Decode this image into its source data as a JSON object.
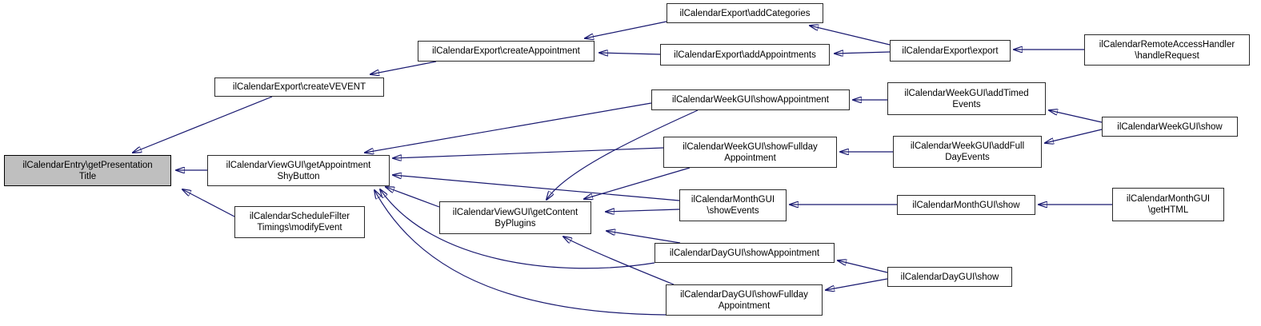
{
  "diagram": {
    "type": "doxygen-caller-graph",
    "focus_function": "ilCalendarEntry\\getPresentationTitle",
    "colors": {
      "edge": "#191970",
      "node_border": "#2b2b2b",
      "node_fill": "#ffffff",
      "focus_node_fill": "#bfbfbf",
      "background": "#ffffff",
      "text": "#000000"
    }
  },
  "nodes": [
    {
      "id": "getPresentationTitle",
      "label": "ilCalendarEntry\\getPresentation\nTitle",
      "focus": true
    },
    {
      "id": "getAppointmentShyButton",
      "label": "ilCalendarViewGUI\\getAppointment\nShyButton",
      "focus": false
    },
    {
      "id": "modifyEvent",
      "label": "ilCalendarScheduleFilter\nTimings\\modifyEvent",
      "focus": false
    },
    {
      "id": "createVEVENT",
      "label": "ilCalendarExport\\createVEVENT",
      "focus": false
    },
    {
      "id": "createAppointment",
      "label": "ilCalendarExport\\createAppointment",
      "focus": false
    },
    {
      "id": "addCategories",
      "label": "ilCalendarExport\\addCategories",
      "focus": false
    },
    {
      "id": "addAppointments",
      "label": "ilCalendarExport\\addAppointments",
      "focus": false
    },
    {
      "id": "export",
      "label": "ilCalendarExport\\export",
      "focus": false
    },
    {
      "id": "handleRequest",
      "label": "ilCalendarRemoteAccessHandler\n\\handleRequest",
      "focus": false
    },
    {
      "id": "weekShowAppointment",
      "label": "ilCalendarWeekGUI\\showAppointment",
      "focus": false
    },
    {
      "id": "weekAddTimedEvents",
      "label": "ilCalendarWeekGUI\\addTimed\nEvents",
      "focus": false
    },
    {
      "id": "weekShow",
      "label": "ilCalendarWeekGUI\\show",
      "focus": false
    },
    {
      "id": "weekShowFulldayAppointment",
      "label": "ilCalendarWeekGUI\\showFullday\nAppointment",
      "focus": false
    },
    {
      "id": "weekAddFullDayEvents",
      "label": "ilCalendarWeekGUI\\addFull\nDayEvents",
      "focus": false
    },
    {
      "id": "getContentByPlugins",
      "label": "ilCalendarViewGUI\\getContent\nByPlugins",
      "focus": false
    },
    {
      "id": "monthShowEvents",
      "label": "ilCalendarMonthGUI\n\\showEvents",
      "focus": false
    },
    {
      "id": "monthShow",
      "label": "ilCalendarMonthGUI\\show",
      "focus": false
    },
    {
      "id": "monthGetHTML",
      "label": "ilCalendarMonthGUI\n\\getHTML",
      "focus": false
    },
    {
      "id": "dayShowAppointment",
      "label": "ilCalendarDayGUI\\showAppointment",
      "focus": false
    },
    {
      "id": "dayShow",
      "label": "ilCalendarDayGUI\\show",
      "focus": false
    },
    {
      "id": "dayShowFulldayAppointment",
      "label": "ilCalendarDayGUI\\showFullday\nAppointment",
      "focus": false
    }
  ],
  "edges": [
    {
      "caller": "getAppointmentShyButton",
      "callee": "getPresentationTitle"
    },
    {
      "caller": "createVEVENT",
      "callee": "getPresentationTitle"
    },
    {
      "caller": "modifyEvent",
      "callee": "getPresentationTitle"
    },
    {
      "caller": "createAppointment",
      "callee": "createVEVENT"
    },
    {
      "caller": "addCategories",
      "callee": "createAppointment"
    },
    {
      "caller": "addAppointments",
      "callee": "createAppointment"
    },
    {
      "caller": "export",
      "callee": "addCategories"
    },
    {
      "caller": "export",
      "callee": "addAppointments"
    },
    {
      "caller": "handleRequest",
      "callee": "export"
    },
    {
      "caller": "weekAddTimedEvents",
      "callee": "weekShowAppointment"
    },
    {
      "caller": "weekShow",
      "callee": "weekAddTimedEvents"
    },
    {
      "caller": "weekShow",
      "callee": "weekAddFullDayEvents"
    },
    {
      "caller": "weekAddFullDayEvents",
      "callee": "weekShowFulldayAppointment"
    },
    {
      "caller": "monthShow",
      "callee": "monthShowEvents"
    },
    {
      "caller": "monthGetHTML",
      "callee": "monthShow"
    },
    {
      "caller": "dayShow",
      "callee": "dayShowAppointment"
    },
    {
      "caller": "dayShow",
      "callee": "dayShowFulldayAppointment"
    },
    {
      "caller": "weekShowAppointment",
      "callee": "getAppointmentShyButton"
    },
    {
      "caller": "weekShowFulldayAppointment",
      "callee": "getAppointmentShyButton"
    },
    {
      "caller": "monthShowEvents",
      "callee": "getAppointmentShyButton"
    },
    {
      "caller": "dayShowAppointment",
      "callee": "getAppointmentShyButton"
    },
    {
      "caller": "dayShowFulldayAppointment",
      "callee": "getAppointmentShyButton"
    },
    {
      "caller": "getContentByPlugins",
      "callee": "getAppointmentShyButton"
    },
    {
      "caller": "weekShowAppointment",
      "callee": "getContentByPlugins"
    },
    {
      "caller": "weekShowFulldayAppointment",
      "callee": "getContentByPlugins"
    },
    {
      "caller": "monthShowEvents",
      "callee": "getContentByPlugins"
    },
    {
      "caller": "dayShowAppointment",
      "callee": "getContentByPlugins"
    },
    {
      "caller": "dayShowFulldayAppointment",
      "callee": "getContentByPlugins"
    }
  ]
}
